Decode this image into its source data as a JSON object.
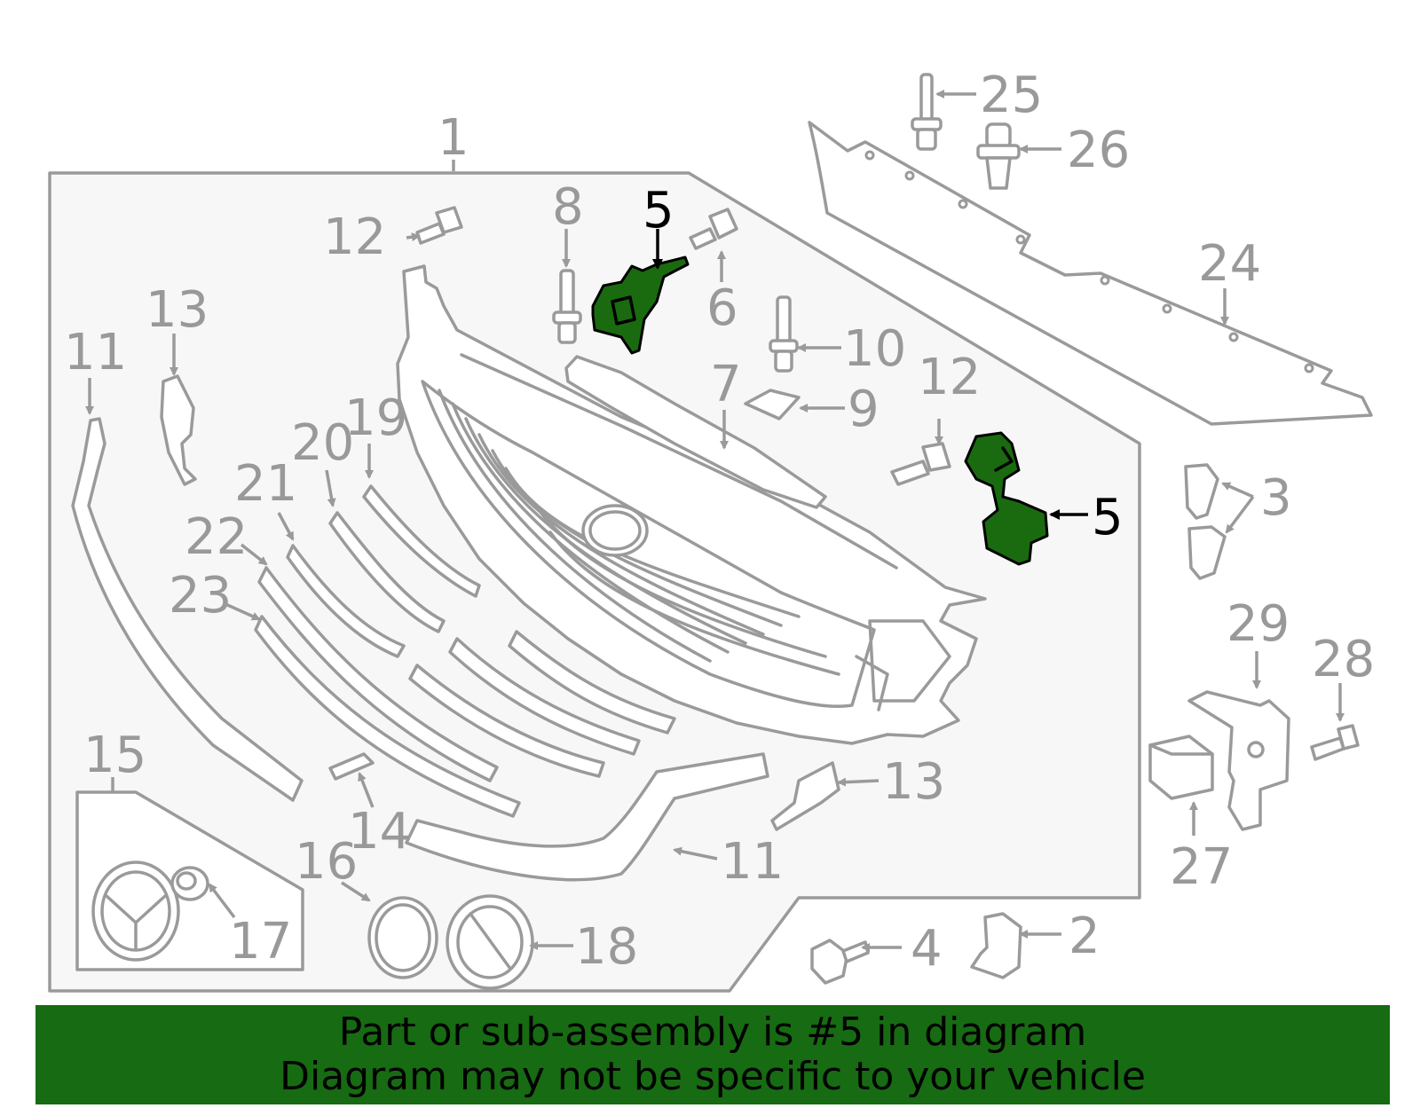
{
  "colors": {
    "highlight_part": "#1a6b10",
    "banner_bg": "#176b12",
    "callout_gray": "#999999",
    "highlight_callout": "#000000"
  },
  "callouts": {
    "c1": "1",
    "c2": "2",
    "c3": "3",
    "c4": "4",
    "c5a": "5",
    "c5b": "5",
    "c6": "6",
    "c7": "7",
    "c8": "8",
    "c9": "9",
    "c10": "10",
    "c11a": "11",
    "c11b": "11",
    "c12a": "12",
    "c12b": "12",
    "c13a": "13",
    "c13b": "13",
    "c14": "14",
    "c15": "15",
    "c16": "16",
    "c17": "17",
    "c18": "18",
    "c19": "19",
    "c20": "20",
    "c21": "21",
    "c22": "22",
    "c23": "23",
    "c24": "24",
    "c25": "25",
    "c26": "26",
    "c27": "27",
    "c28": "28",
    "c29": "29"
  },
  "banner": {
    "line1": "Part or sub-assembly is #5 in diagram",
    "line2": "Diagram may not be specific to your vehicle"
  }
}
